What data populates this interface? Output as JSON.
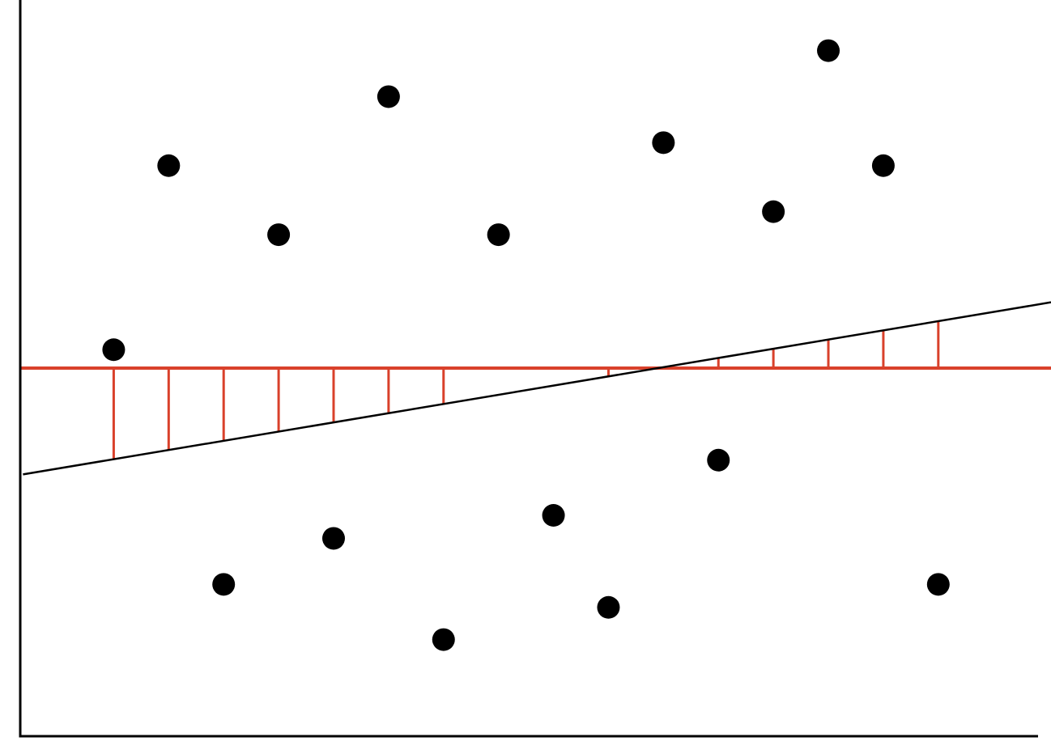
{
  "chart_data": {
    "type": "scatter",
    "title": "",
    "xlabel": "",
    "ylabel": "",
    "xlim": [
      0,
      18.75
    ],
    "ylim": [
      0,
      16
    ],
    "grid": false,
    "points": [
      {
        "x": 1.7,
        "y": 8.4
      },
      {
        "x": 2.7,
        "y": 12.4
      },
      {
        "x": 3.7,
        "y": 3.3
      },
      {
        "x": 4.7,
        "y": 10.9
      },
      {
        "x": 5.7,
        "y": 4.3
      },
      {
        "x": 6.7,
        "y": 13.9
      },
      {
        "x": 7.7,
        "y": 2.1
      },
      {
        "x": 8.7,
        "y": 10.9
      },
      {
        "x": 9.7,
        "y": 4.8
      },
      {
        "x": 10.7,
        "y": 2.8
      },
      {
        "x": 11.7,
        "y": 12.9
      },
      {
        "x": 12.7,
        "y": 6.0
      },
      {
        "x": 13.7,
        "y": 11.4
      },
      {
        "x": 14.7,
        "y": 14.9
      },
      {
        "x": 15.7,
        "y": 12.4
      },
      {
        "x": 16.7,
        "y": 3.3
      }
    ],
    "regression_line": {
      "slope": 0.2,
      "intercept": 5.68,
      "color": "#000000"
    },
    "mean_line": {
      "y": 8.0,
      "color": "#d9412b"
    },
    "residual_x": [
      1.7,
      2.7,
      3.7,
      4.7,
      5.7,
      6.7,
      7.7,
      10.7,
      11.7,
      12.7,
      13.7,
      14.7,
      15.7,
      16.7
    ],
    "colors": {
      "points": "#000000",
      "axes": "#000000",
      "mean_line": "#d9412b",
      "residuals": "#d9412b",
      "regression_line": "#000000"
    }
  }
}
